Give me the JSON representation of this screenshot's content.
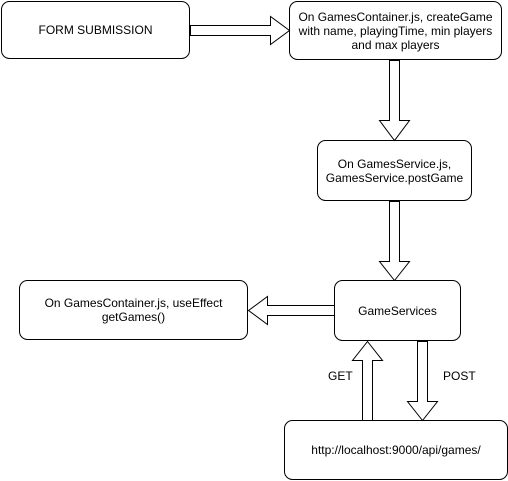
{
  "nodes": {
    "form_submission": "FORM SUBMISSION",
    "games_container_create": "On GamesContainer.js, createGame\nwith name, playingTime, min players\nand max players",
    "games_service_post": "On GamesService.js,\nGamesService.postGame",
    "game_services": "GameServices",
    "games_container_effect": "On GamesContainer.js, useEffect\ngetGames()",
    "api_endpoint": "http://localhost:9000/api/games/"
  },
  "edges": {
    "get_label": "GET",
    "post_label": "POST"
  }
}
